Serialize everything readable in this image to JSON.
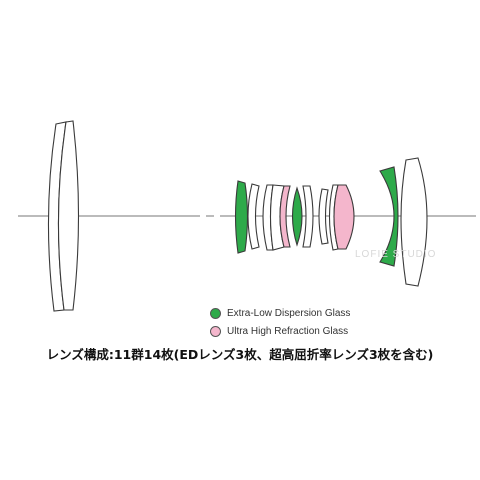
{
  "diagram": {
    "colors": {
      "ed_glass": "#2eaa4a",
      "uhr_glass": "#f4b6cc",
      "plain_glass": "#ffffff",
      "outline": "#3a3a3a",
      "axis": "#777777"
    }
  },
  "legend": {
    "items": [
      {
        "label": "Extra-Low Dispersion Glass",
        "color": "#2eaa4a"
      },
      {
        "label": "Ultra High Refraction Glass",
        "color": "#f4b6cc"
      }
    ]
  },
  "caption": "レンズ構成:11群14枚(EDレンズ3枚、超高屈折率レンズ3枚を含む)",
  "watermark": "LOFIE STUDIO"
}
